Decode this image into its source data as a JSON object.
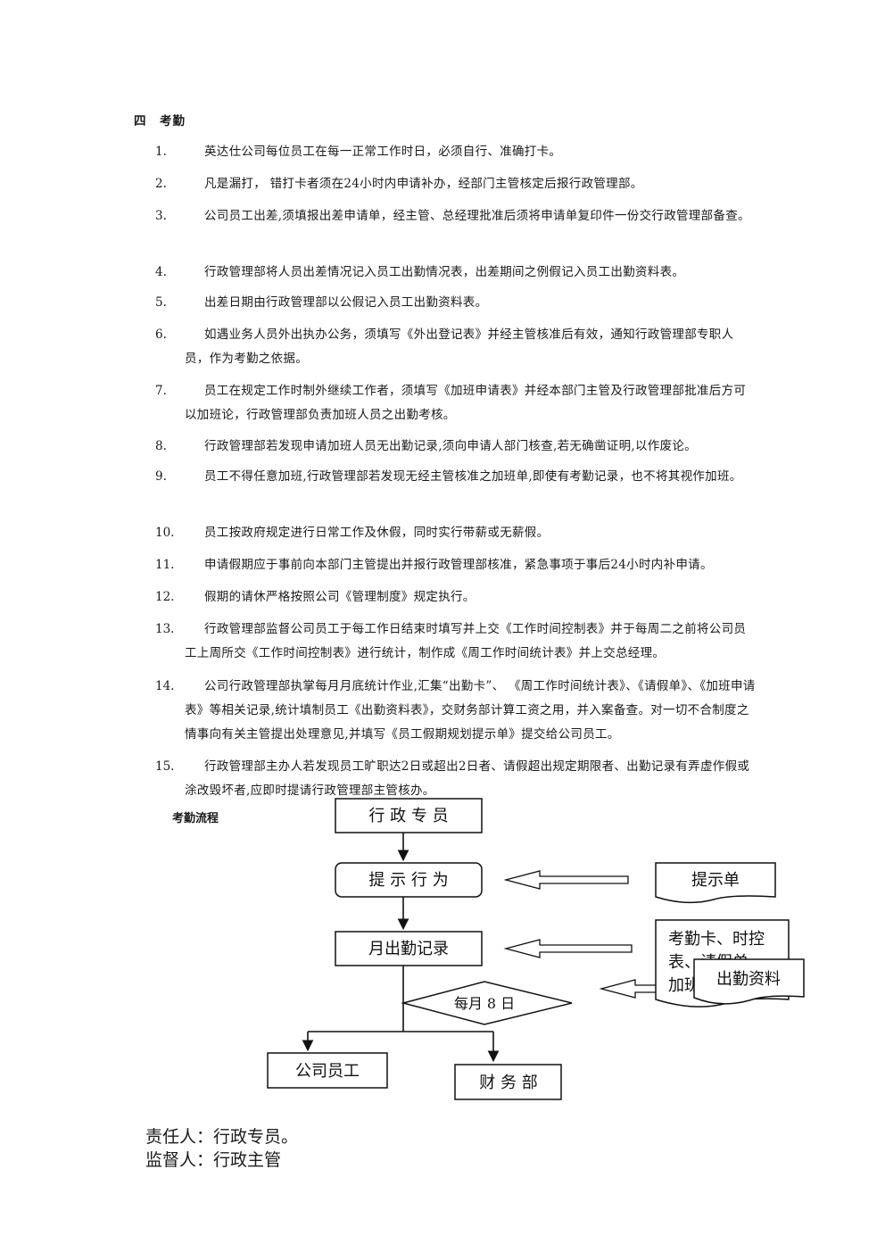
{
  "section_title": "四　考勤",
  "items": [
    {
      "num": "1.",
      "text": "英达仕公司每位员工在每一正常工作时日，必须自行、准确打卡。"
    },
    {
      "num": "2.",
      "text": "凡是漏打， 错打卡者须在24小时内申请补办，经部门主管核定后报行政管理部。"
    },
    {
      "num": "3.",
      "text": "公司员工出差,须填报出差申请单，经主管、总经理批准后须将申请单复印件一份交行政管理部备查。"
    },
    {
      "num": "4.",
      "text": "行政管理部将人员出差情况记入员工出勤情况表，出差期间之例假记入员工出勤资料表。"
    },
    {
      "num": "5.",
      "text": "出差日期由行政管理部以公假记入员工出勤资料表。"
    },
    {
      "num": "6.",
      "text": "如遇业务人员外出执办公务，须填写《外出登记表》并经主管核准后有效，通知行政管理部专职人员，作为考勤之依据。"
    },
    {
      "num": "7.",
      "text": "员工在规定工作时制外继续工作者，须填写《加班申请表》并经本部门主管及行政管理部批准后方可以加班论，行政管理部负责加班人员之出勤考核。"
    },
    {
      "num": "8.",
      "text": "行政管理部若发现申请加班人员无出勤记录,须向申请人部门核查,若无确凿证明,以作废论。"
    },
    {
      "num": "9.",
      "text": "员工不得任意加班,行政管理部若发现无经主管核准之加班单,即使有考勤记录，也不将其视作加班。"
    },
    {
      "num": "10.",
      "text": "员工按政府规定进行日常工作及休假，同时实行带薪或无薪假。"
    },
    {
      "num": "11.",
      "text": "申请假期应于事前向本部门主管提出并报行政管理部核准，紧急事项于事后24小时内补申请。"
    },
    {
      "num": "12.",
      "text": "假期的请休严格按照公司《管理制度》规定执行。"
    },
    {
      "num": "13.",
      "text": "行政管理部监督公司员工于每工作日结束时填写并上交《工作时间控制表》并于每周二之前将公司员工上周所交《工作时间控制表》进行统计，制作成《周工作时间统计表》并上交总经理。"
    },
    {
      "num": "14.",
      "text": "公司行政管理部执掌每月月底统计作业,汇集“出勤卡”、 《周工作时间统计表》、《请假单》、《加班申请表》等相关记录,统计填制员工《出勤资料表》，交财务部计算工资之用，并入案备查。对一切不合制度之情事向有关主管提出处理意见,并填写《员工假期规划提示单》提交给公司员工。"
    },
    {
      "num": "15.",
      "text": "行政管理部主办人若发现员工旷职达2日或超出2日者、请假超出规定期限者、出勤记录有弄虚作假或涂改毁坏者,应即时提请行政管理部主管核办。"
    }
  ],
  "flow": {
    "label": "考勤流程",
    "nodes": {
      "admin_specialist": "行 政 专 员",
      "prompt_action": "提 示 行 为",
      "monthly_record": "月出勤记录",
      "monthly_day": "每月 8 日",
      "company_staff": "公司员工",
      "finance": "财 务 部",
      "prompt_sheet": "提示单",
      "records_line1": "考勤卡、时控",
      "records_line2": "表、请假单、",
      "records_line3": "加班",
      "attendance_data": "出勤资料"
    }
  },
  "footer": {
    "responsible": "责任人：行政专员。",
    "supervisor": "监督人：行政主管"
  }
}
